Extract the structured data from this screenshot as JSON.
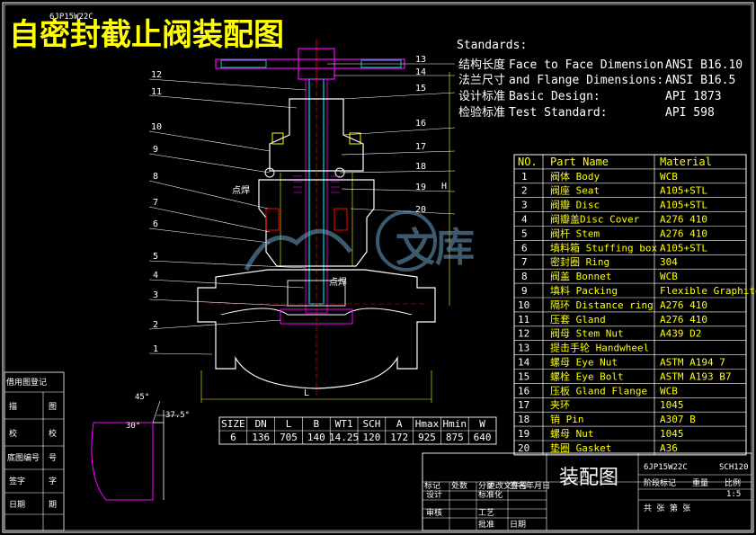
{
  "title": "自密封截止阀装配图",
  "title_overlay": "6JP15W22C",
  "standards": {
    "heading": "Standards:",
    "lines": [
      {
        "left": "结构长度",
        "mid": "Face to Face Dimension",
        "right": "ANSI B16.10"
      },
      {
        "left": "法兰尺寸",
        "mid": "and Flange Dimensions:",
        "right": "ANSI B16.5"
      },
      {
        "left": "设计标准",
        "mid": "Basic Design:",
        "right": "API 1873"
      },
      {
        "left": "检验标准",
        "mid": "Test Standard:",
        "right": "API 598"
      }
    ]
  },
  "parts_table": {
    "headers": [
      "NO.",
      "Part Name",
      "Material"
    ],
    "rows": [
      [
        "1",
        "阀体 Body",
        "WCB"
      ],
      [
        "2",
        "阀座 Seat",
        "A105+STL"
      ],
      [
        "3",
        "阀瓣 Disc",
        "A105+STL"
      ],
      [
        "4",
        "阀瓣盖Disc Cover",
        "A276 410"
      ],
      [
        "5",
        "阀杆 Stem",
        "A276 410"
      ],
      [
        "6",
        "填料箱 Stuffing box",
        "A105+STL"
      ],
      [
        "7",
        "密封圈 Ring",
        "304"
      ],
      [
        "8",
        "阀盖 Bonnet",
        "WCB"
      ],
      [
        "9",
        "填料 Packing",
        "Flexible Graphite"
      ],
      [
        "10",
        "隔环 Distance ring",
        "A276 410"
      ],
      [
        "11",
        "压套 Gland",
        "A276 410"
      ],
      [
        "12",
        "阀母 Stem Nut",
        "A439 D2"
      ],
      [
        "13",
        "提击手轮 Handwheel",
        ""
      ],
      [
        "14",
        "螺母 Eye Nut",
        "ASTM A194 7"
      ],
      [
        "15",
        "螺栓 Eye Bolt",
        "ASTM A193 B7"
      ],
      [
        "16",
        "压板 Gland Flange",
        "WCB"
      ],
      [
        "17",
        "夹环",
        "1045"
      ],
      [
        "18",
        "销 Pin",
        "A307 B"
      ],
      [
        "19",
        "螺母 Nut",
        "1045"
      ],
      [
        "20",
        "垫圈 Gasket",
        "A36"
      ]
    ]
  },
  "dims_table": {
    "headers": [
      "SIZE",
      "DN",
      "L",
      "B",
      "WT1",
      "SCH",
      "A",
      "Hmax",
      "Hmin",
      "W"
    ],
    "values": [
      "6",
      "136",
      "705",
      "140",
      "14.25",
      "120",
      "172",
      "925",
      "875",
      "640"
    ]
  },
  "callouts": {
    "left": [
      "12",
      "11",
      "10",
      "9",
      "8",
      "7",
      "6",
      "5",
      "4",
      "3",
      "2",
      "1"
    ],
    "right": [
      "13",
      "14",
      "15",
      "16",
      "17",
      "18",
      "19",
      "20"
    ],
    "weld1": "点焊",
    "weld2": "点焊",
    "dim_L": "L",
    "dim_H": "H",
    "angle1": "45°",
    "angle2": "30°",
    "angle3": "37.5°"
  },
  "title_block": {
    "drawing_name": "装配图",
    "drawing_no": "6JP15W22C",
    "code": "SCH120",
    "row_labels": [
      "标记",
      "处数",
      "分区",
      "更改文件号",
      "签名",
      "年月日"
    ],
    "role_labels": [
      "设计",
      "标准化"
    ],
    "role_labels2": [
      "审核",
      "工艺"
    ],
    "approve": [
      "批准",
      "日期"
    ],
    "sheet": "共 张 第 张",
    "scale": "1:5",
    "stage_labels": [
      "阶段标记",
      "重量",
      "比例"
    ]
  },
  "side_block": {
    "header": "借用图登记",
    "labels": [
      "描",
      "校",
      "底图编号",
      "签字",
      "日期"
    ],
    "right_labels": [
      "图",
      "校",
      "号",
      "字",
      "期"
    ]
  },
  "watermark": "文库"
}
